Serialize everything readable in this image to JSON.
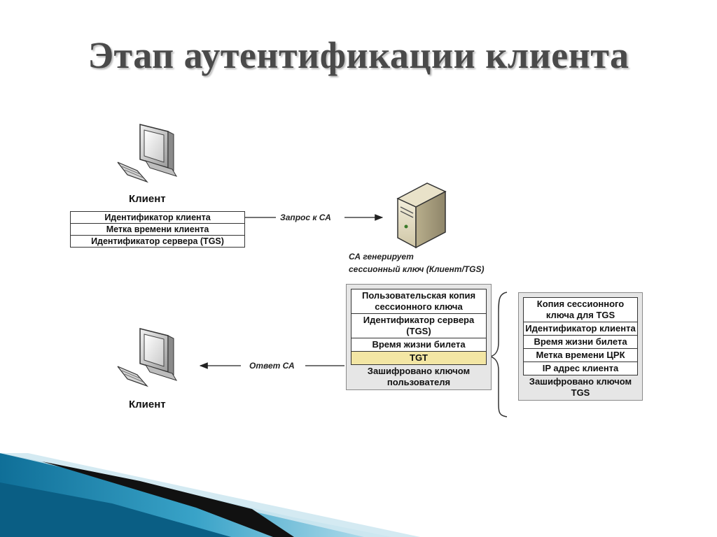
{
  "title": "Этап аутентификации клиента",
  "client_top": {
    "label": "Клиент"
  },
  "client_bottom": {
    "label": "Клиент"
  },
  "request_rows": [
    "Идентификатор клиента",
    "Метка времени клиента",
    "Идентификатор сервера (TGS)"
  ],
  "request_arrow_label": "Запрос к СА",
  "response_arrow_label": "Ответ СА",
  "server_caption": {
    "line1": "СА генерирует",
    "line2": "сессионный ключ (Клиент/TGS)"
  },
  "user_packet": {
    "cells": [
      "Пользовательская копия сессионного ключа",
      "Идентификатор сервера (TGS)",
      "Время жизни билета",
      "TGT"
    ],
    "footer": "Зашифровано ключом пользователя"
  },
  "tgt_packet": {
    "cells": [
      "Копия сессионного ключа для TGS",
      "Идентификатор клиента",
      "Время жизни билета",
      "Метка времени ЦРК",
      "IP адрес клиента"
    ],
    "footer": "Зашифровано ключом TGS"
  },
  "colors": {
    "tgt_highlight": "#f3e6a4",
    "packet_bg": "#e6e6e6",
    "wave_blue": "#2a8db5"
  }
}
